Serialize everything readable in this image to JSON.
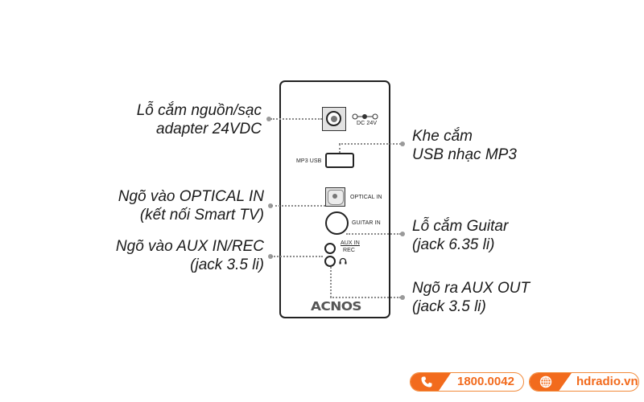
{
  "callouts": {
    "power": {
      "line1": "Lỗ cắm nguồn/sạc",
      "line2": "adapter 24VDC"
    },
    "usb": {
      "line1": "Khe cắm",
      "line2": "USB nhạc MP3"
    },
    "optical": {
      "line1": "Ngõ vào OPTICAL IN",
      "line2": "(kết nối Smart TV)"
    },
    "guitar": {
      "line1": "Lỗ cắm Guitar",
      "line2": "(jack 6.35 li)"
    },
    "aux_in": {
      "line1": "Ngõ vào AUX IN/REC",
      "line2": "(jack 3.5 li)"
    },
    "aux_out": {
      "line1": "Ngõ ra AUX OUT",
      "line2": "(jack 3.5 li)"
    }
  },
  "panel": {
    "dc_label": "DC 24V",
    "usb_label": "MP3 USB",
    "optical_label": "OPTICAL IN",
    "guitar_label": "GUITAR IN",
    "aux_in_label": "AUX IN",
    "rec_label": "REC",
    "headphone_icon": "headphone-icon",
    "brand": "ACNOS"
  },
  "footer": {
    "phone": {
      "icon": "phone-icon",
      "text": "1800.0042"
    },
    "website": {
      "icon": "globe-icon",
      "text": "hdradio.vn"
    }
  },
  "colors": {
    "accent": "#f26b1d",
    "leader": "#8a8a8a",
    "outline": "#222222"
  }
}
